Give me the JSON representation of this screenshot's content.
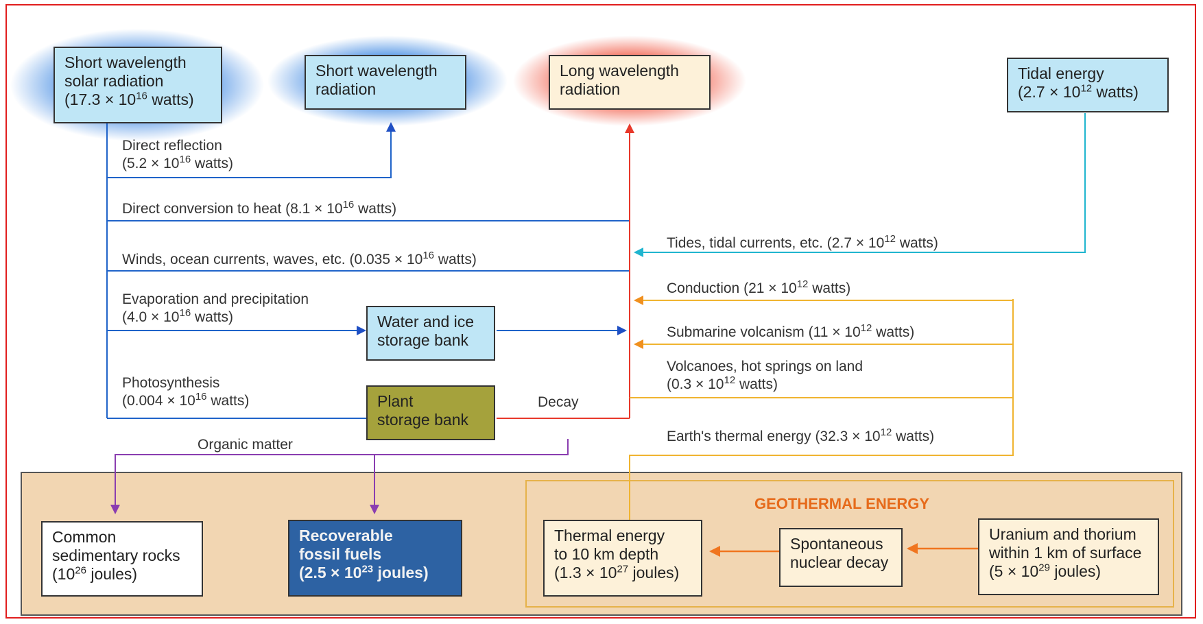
{
  "boxes": {
    "solar": {
      "line1": "Short wavelength",
      "line2": "solar radiation",
      "value_pre": "(17.3 × 10",
      "value_exp": "16",
      "value_post": " watts)"
    },
    "short_rad": {
      "line1": "Short wavelength",
      "line2": "radiation"
    },
    "long_rad": {
      "line1": "Long wavelength",
      "line2": "radiation"
    },
    "tidal": {
      "line1": "Tidal energy",
      "value_pre": "(2.7 × 10",
      "value_exp": "12",
      "value_post": " watts)"
    },
    "water_ice": {
      "line1": "Water and ice",
      "line2": "storage bank"
    },
    "plant": {
      "line1": "Plant",
      "line2": "storage bank"
    },
    "rocks": {
      "line1": "Common",
      "line2": "sedimentary rocks",
      "value_pre": "(10",
      "value_exp": "26",
      "value_post": " joules)"
    },
    "fossil": {
      "line1": "Recoverable",
      "line2": "fossil fuels",
      "value_pre": "(2.5 × 10",
      "value_exp": "23",
      "value_post": " joules)"
    },
    "thermal": {
      "line1": "Thermal energy",
      "line2": "to 10 km depth",
      "value_pre": "(1.3 × 10",
      "value_exp": "27",
      "value_post": " joules)"
    },
    "decay": {
      "line1": "Spontaneous",
      "line2": "nuclear decay"
    },
    "uranium": {
      "line1": "Uranium and thorium",
      "line2": "within 1 km of surface",
      "value_pre": "(5 × 10",
      "value_exp": "29",
      "value_post": " joules)"
    }
  },
  "flows": {
    "reflection": {
      "line1": "Direct reflection",
      "value_pre": "(5.2 × 10",
      "value_exp": "16",
      "value_post": " watts)"
    },
    "heat": {
      "pre": "Direct conversion to heat (8.1 × 10",
      "exp": "16",
      "post": " watts)"
    },
    "winds": {
      "pre": "Winds, ocean currents, waves, etc. (0.035 × 10",
      "exp": "16",
      "post": " watts)"
    },
    "evap": {
      "line1": "Evaporation and precipitation",
      "value_pre": "(4.0 × 10",
      "value_exp": "16",
      "value_post": " watts)"
    },
    "photo": {
      "line1": "Photosynthesis",
      "value_pre": "(0.004 × 10",
      "value_exp": "16",
      "value_post": " watts)"
    },
    "decay_flow": "Decay",
    "organic": "Organic matter",
    "tides": {
      "pre": "Tides, tidal currents, etc. (2.7 × 10",
      "exp": "12",
      "post": " watts)"
    },
    "conduction": {
      "pre": "Conduction (21 × 10",
      "exp": "12",
      "post": " watts)"
    },
    "submarine": {
      "pre": "Submarine volcanism (11 × 10",
      "exp": "12",
      "post": " watts)"
    },
    "volcanoes": {
      "line1": "Volcanoes, hot springs on land",
      "value_pre": "(0.3 × 10",
      "value_exp": "12",
      "value_post": " watts)"
    },
    "earth_thermal": {
      "pre": "Earth's thermal energy (32.3 × 10",
      "exp": "12",
      "post": " watts)"
    }
  },
  "geothermal_title": "GEOTHERMAL ENERGY",
  "colors": {
    "frame": "#e11d1d",
    "solar": "#1f63c9",
    "long": "#e8382a",
    "tidal": "#20b5cf",
    "geo": "#f0b430",
    "organic": "#8a3db0",
    "nuclear": "#f0751f"
  }
}
